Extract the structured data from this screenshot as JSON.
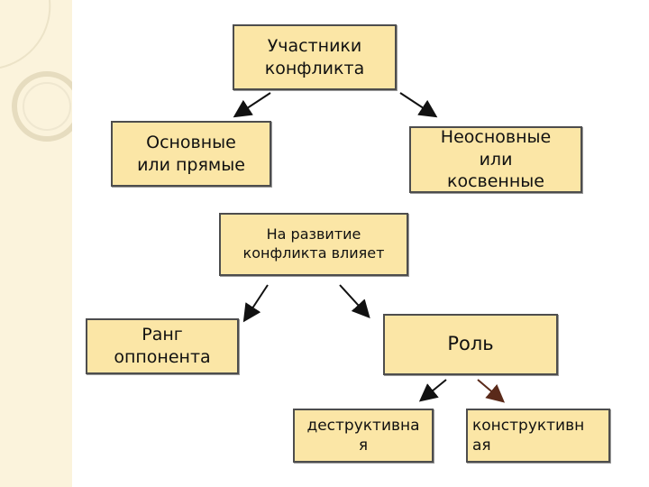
{
  "colors": {
    "box_fill": "#fbe6a6",
    "box_border": "#4d4d4d",
    "arrow": "#111111",
    "arrow_brown": "#5a2a1a",
    "strip": "#fbf3dc"
  },
  "nodes": {
    "participants": "Участники\nконфликта",
    "primary": "Основные\nили прямые",
    "secondary": "Неосновные\nили\nкосвенные",
    "influence": "На развитие\nконфликта влияет",
    "rank": "Ранг\nоппонента",
    "role": "Роль",
    "destructive": "деструктивна\nя",
    "constructive": "конструктивн\nая"
  }
}
